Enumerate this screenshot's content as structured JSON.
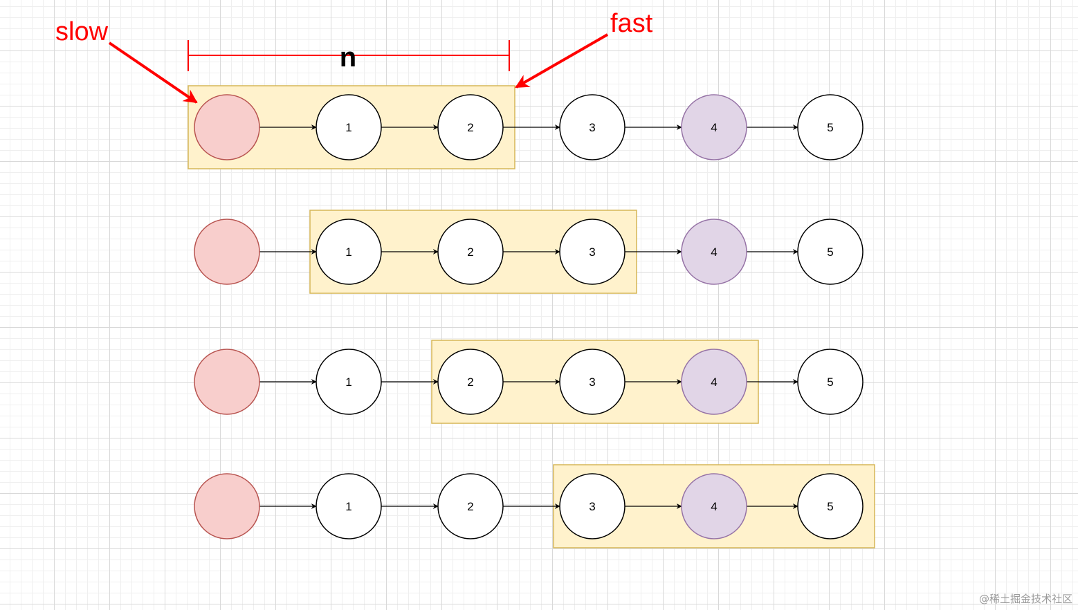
{
  "labels": {
    "slow": "slow",
    "fast": "fast",
    "gap": "n"
  },
  "rows": [
    {
      "nodes": [
        "",
        "1",
        "2",
        "3",
        "4",
        "5"
      ],
      "window": [
        0,
        2
      ]
    },
    {
      "nodes": [
        "",
        "1",
        "2",
        "3",
        "4",
        "5"
      ],
      "window": [
        1,
        3
      ]
    },
    {
      "nodes": [
        "",
        "1",
        "2",
        "3",
        "4",
        "5"
      ],
      "window": [
        2,
        4
      ]
    },
    {
      "nodes": [
        "",
        "1",
        "2",
        "3",
        "4",
        "5"
      ],
      "window": [
        3,
        5
      ]
    }
  ],
  "node_styles": {
    "dummy": {
      "fill": "#f8cecc",
      "stroke": "#b85450"
    },
    "target": {
      "fill": "#e1d5e7",
      "stroke": "#9673a6"
    },
    "normal": {
      "fill": "#ffffff",
      "stroke": "#000000"
    }
  },
  "target_index": 4,
  "window_style": {
    "fill": "#fff2cc",
    "stroke": "#d6b656"
  },
  "annotation_color": "#ff0000",
  "watermark": "@稀土掘金技术社区"
}
